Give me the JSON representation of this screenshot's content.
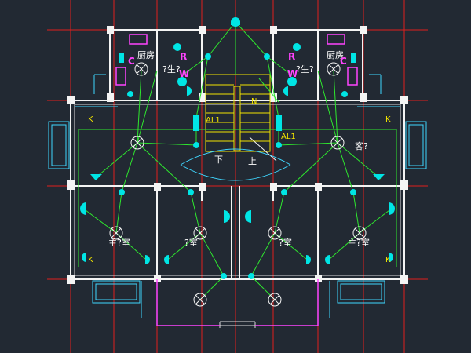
{
  "labels": {
    "kitchen_left": "厨房",
    "kitchen_right": "厨房",
    "toilet_left": "?生?",
    "toilet_right": "?生?",
    "living_room": "客?",
    "stair_down": "下",
    "stair_up": "上",
    "master_bedroom_left": "主?室",
    "master_bedroom_right": "主?室",
    "bedroom_left": "?室",
    "bedroom_right": "?室",
    "panel_left": "AL1",
    "panel_right": "AL1",
    "aircon_tl": "K",
    "aircon_tr": "K",
    "aircon_bl": "K",
    "aircon_br": "K",
    "heater_left": "R",
    "heater_right": "R",
    "wash_left": "W",
    "wash_right": "W",
    "hood_left": "C",
    "hood_right": "C",
    "stair_n": "N"
  },
  "colors": {
    "background": "#222933",
    "wall": "#f4f4f4",
    "window": "#3fd6ff",
    "wiring": "#2ee82e",
    "axis": "#e0201c",
    "device": "#00e5e5",
    "stair": "#f2e400",
    "annotation": "#ff44ff"
  }
}
